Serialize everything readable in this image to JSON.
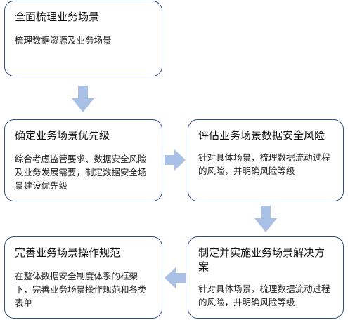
{
  "diagram": {
    "steps": [
      {
        "title": "全面梳理业务场景",
        "desc": "梳理数据资源及业务场景"
      },
      {
        "title": "确定业务场景优先级",
        "desc": "综合考虑监管要求、数据安全风险及业务发展需要，制定数据安全场景建设优先级"
      },
      {
        "title": "评估业务场景数据安全风险",
        "desc": "针对具体场景，梳理数据流动过程的风险，并明确风险等级"
      },
      {
        "title": "制定并实施业务场景解决方案",
        "desc": "针对具体场景，梳理数据流动过程的风险，并明确风险等级"
      },
      {
        "title": "完善业务场景操作规范",
        "desc": "在整体数据安全制度体系的框架下，完善业务场景操作规范和各类表单"
      }
    ],
    "arrow_color": "#a9c1e6",
    "border_color": "#2f4f8f"
  }
}
